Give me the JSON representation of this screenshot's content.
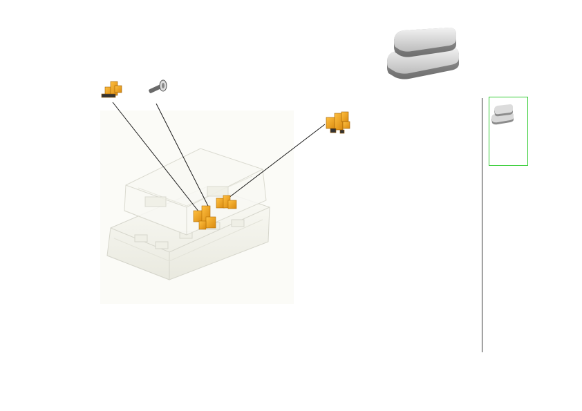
{
  "diagram": {
    "type": "exploded-assembly-view",
    "parts": [
      {
        "name": "clip-part-left",
        "color": "#f0a020"
      },
      {
        "name": "screw-part",
        "color": "#9a9a9a"
      },
      {
        "name": "clip-part-right",
        "color": "#f0a020"
      },
      {
        "name": "housing-base",
        "color": "#f4f4ee"
      }
    ],
    "leader_lines": 3
  },
  "side_panel": {
    "preview_icon": "stacked-slab-icon",
    "thumbnail_icon": "stacked-slab-thumbnail-icon",
    "thumbnail_border_color": "#33cc33"
  }
}
